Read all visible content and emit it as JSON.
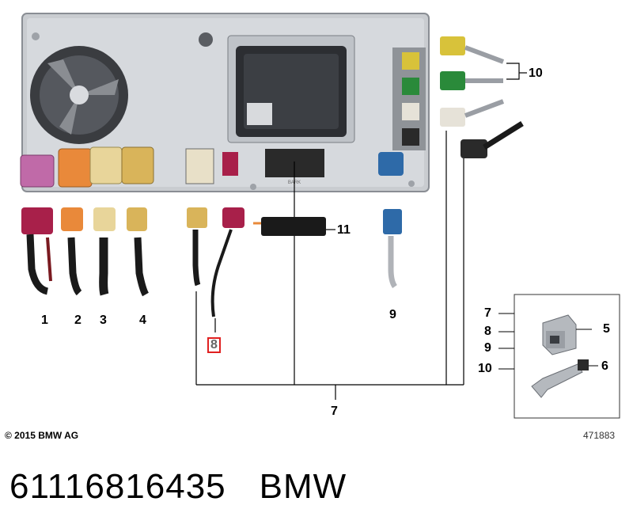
{
  "diagram": {
    "callouts": {
      "c1": "1",
      "c2": "2",
      "c3": "3",
      "c4": "4",
      "c5": "5",
      "c6": "6",
      "c7_inset": "7",
      "c8_inset": "8",
      "c9_inset": "9",
      "c10_inset": "10",
      "c7": "7",
      "c8": "8",
      "c9": "9",
      "c10": "10",
      "c11": "11"
    },
    "socket_label": "BARK",
    "connector_colors": {
      "violet": "#c06aa8",
      "orange": "#e9893a",
      "cream": "#e8d59a",
      "tan": "#d9b45a",
      "bordeaux": "#a8204a",
      "blue": "#2e6aa8",
      "yellow": "#d8c23a",
      "green": "#2a8a3a",
      "white": "#e6e2d8",
      "black": "#2a2a2a"
    },
    "highlight_color": "#e02020"
  },
  "footer": {
    "copyright": "© 2015 BMW AG",
    "reference": "471883",
    "part_number": "61116816435",
    "brand": "BMW"
  }
}
